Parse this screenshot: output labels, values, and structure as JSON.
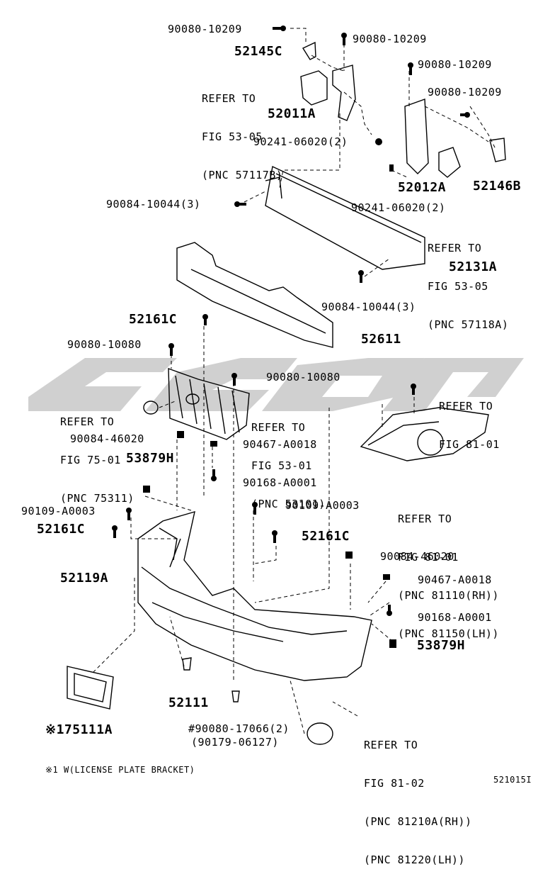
{
  "watermark": "vinot",
  "labels": {
    "l01": "90080-10209",
    "l02": "90080-10209",
    "l03": "52145C",
    "l04": "90080-10209",
    "l05": "52011A",
    "l06": "90080-10209",
    "l07": "90241-06020(2)",
    "l08": "52146B",
    "l09": "52012A",
    "l10": "90084-10044(3)",
    "l11": "90241-06020(2)",
    "l12": "52131A",
    "l13": "90084-10044(3)",
    "l14": "52161C",
    "l15": "52611",
    "l16": "90080-10080",
    "l17": "90080-10080",
    "l18": "90084-46020",
    "l19": "90467-A0018",
    "l20": "53879H",
    "l21": "90168-A0001",
    "l22": "90109-A0003",
    "l23": "90109-A0003",
    "l24": "52161C",
    "l25": "52161C",
    "l26": "90084-46020",
    "l27": "52119A",
    "l28": "90467-A0018",
    "l29": "90168-A0001",
    "l30": "53879H",
    "l31": "52111",
    "l32": "※175111A",
    "l33": "#90080-17066(2)",
    "l34": "(90179-06127)",
    "l35": "※1 W(LICENSE PLATE BRACKET)",
    "l36": "521015I"
  },
  "refs": {
    "r1": [
      "REFER TO",
      "FIG 53-05",
      "(PNC 57117B)"
    ],
    "r2": [
      "REFER TO",
      "FIG 53-05",
      "(PNC 57118A)"
    ],
    "r3": [
      "REFER TO",
      "FIG 81-01"
    ],
    "r4": [
      "REFER TO",
      "FIG 75-01",
      "(PNC 75311)"
    ],
    "r5": [
      "REFER TO",
      "FIG 53-01",
      "(PNC 53101)"
    ],
    "r6": [
      "REFER TO",
      "FIG 81-01",
      "(PNC 81110(RH))",
      "(PNC 81150(LH))"
    ],
    "r7": [
      "REFER TO",
      "FIG 81-02",
      "(PNC 81210A(RH))",
      "(PNC 81220(LH))"
    ]
  }
}
